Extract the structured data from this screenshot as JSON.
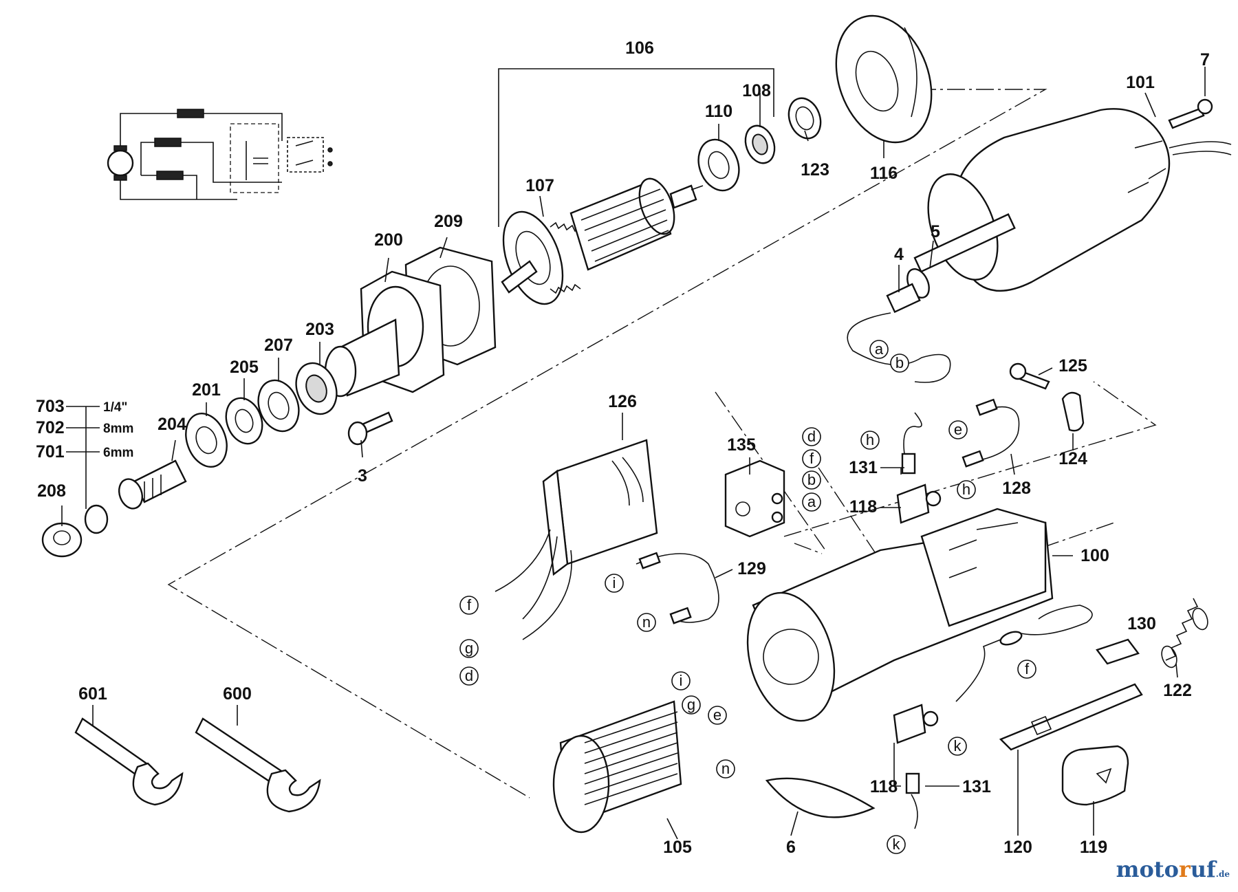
{
  "labels": {
    "p106": "106",
    "p7": "7",
    "p101": "101",
    "p108": "108",
    "p110": "110",
    "p123": "123",
    "p116": "116",
    "p107": "107",
    "p209": "209",
    "p200": "200",
    "p4": "4",
    "p5": "5",
    "p203": "203",
    "p207": "207",
    "p205": "205",
    "p201": "201",
    "p204": "204",
    "p3": "3",
    "p703": "703",
    "p702": "702",
    "p701": "701",
    "p208": "208",
    "p126": "126",
    "p135": "135",
    "p131a": "131",
    "p118a": "118",
    "p128": "128",
    "p125": "125",
    "p124": "124",
    "p100": "100",
    "p129": "129",
    "p130": "130",
    "p122": "122",
    "p601": "601",
    "p600": "600",
    "p105": "105",
    "p6": "6",
    "p118b": "118",
    "p131b": "131",
    "p120": "120",
    "p119": "119"
  },
  "sizes": {
    "s703": "1/4\"",
    "s702": "8mm",
    "s701": "6mm"
  },
  "connectors": {
    "a1": "a",
    "b1": "b",
    "d1": "d",
    "f1": "f",
    "b2": "b",
    "a2": "a",
    "h1": "h",
    "e1": "e",
    "h2": "h",
    "f2": "f",
    "g1": "g",
    "d2": "d",
    "i1": "i",
    "n1": "n",
    "i2": "i",
    "g2": "g",
    "e2": "e",
    "n2": "n",
    "f3": "f",
    "k1": "k",
    "k2": "k"
  },
  "watermark": {
    "brand_a": "motoruf",
    "brand_b": ".de"
  }
}
